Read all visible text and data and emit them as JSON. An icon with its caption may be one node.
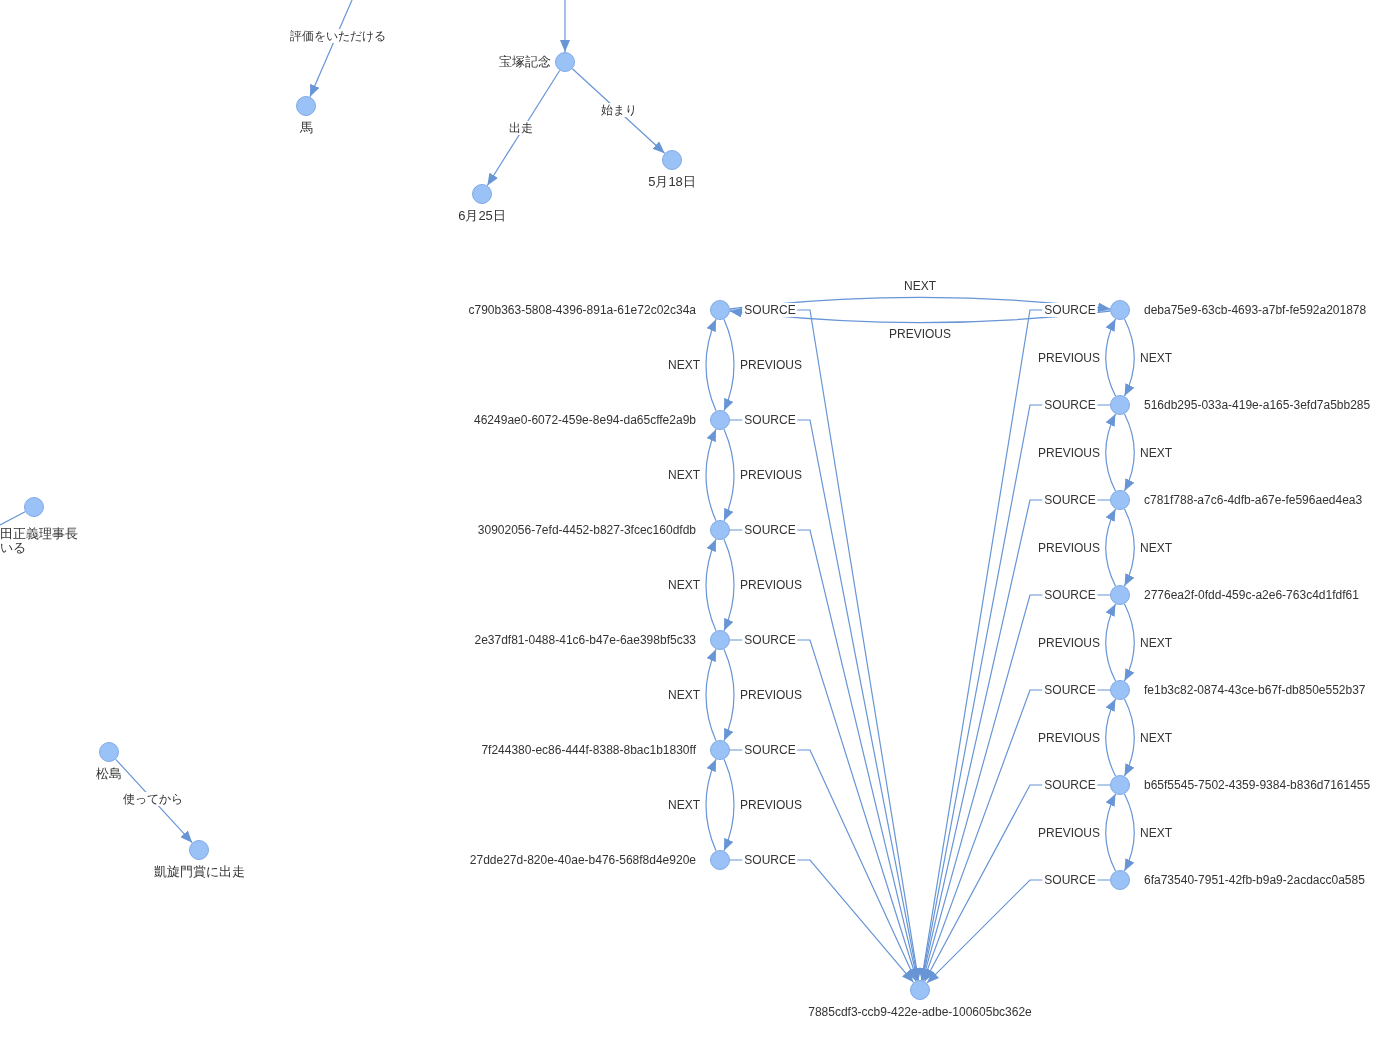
{
  "diagram": {
    "nodes": [
      {
        "text": [],
        "shape": "circle",
        "beside": [
          "馬"
        ]
      },
      {
        "text": [],
        "shape": "circle",
        "beside": [
          "宝塚記念"
        ]
      },
      {
        "text": [],
        "shape": "circle",
        "beside": [
          "5月18日"
        ]
      },
      {
        "text": [],
        "shape": "circle",
        "beside": [
          "6月25日"
        ]
      },
      {
        "text": [],
        "shape": "circle",
        "beside": [
          "田正義理事長いる"
        ]
      },
      {
        "text": [],
        "shape": "circle",
        "beside": [
          "松島"
        ]
      },
      {
        "text": [],
        "shape": "circle",
        "beside": [
          "凱旋門賞に出走"
        ]
      },
      {
        "text": [],
        "shape": "circle",
        "beside": [
          "c790b363-5808-4396-891a-61e72c02c34a"
        ]
      },
      {
        "text": [],
        "shape": "circle",
        "beside": [
          "46249ae0-6072-459e-8e94-da65cffe2a9b"
        ]
      },
      {
        "text": [],
        "shape": "circle",
        "beside": [
          "deba75e9-63cb-4693-a7bf-fe592a201878"
        ]
      },
      {
        "text": [],
        "shape": "circle",
        "beside": [
          "30902056-7efd-4452-b827-3fcec160dfdb"
        ]
      },
      {
        "text": [],
        "shape": "circle",
        "beside": [
          "516db295-033a-419e-a165-3efd7a5bb285"
        ]
      },
      {
        "text": [],
        "shape": "circle",
        "beside": [
          "7885cdf3-ccb9-422e-adbe-100605bc362e"
        ]
      },
      {
        "text": [],
        "shape": "circle",
        "beside": [
          "27dde27d-820e-40ae-b476-568f8d4e920e"
        ]
      },
      {
        "text": [],
        "shape": "circle",
        "beside": [
          "2e37df81-0488-41c6-b47e-6ae398bf5c33"
        ]
      },
      {
        "text": [],
        "shape": "circle",
        "beside": [
          "c781f788-a7c6-4dfb-a67e-fe596aed4ea3"
        ]
      },
      {
        "text": [],
        "shape": "circle",
        "beside": [
          "7f244380-ec86-444f-8388-8bac1b1830ff"
        ]
      },
      {
        "text": [],
        "shape": "circle",
        "beside": [
          "6fa73540-7951-42fb-b9a9-2acdacc0a585"
        ]
      },
      {
        "text": [],
        "shape": "circle",
        "beside": [
          "2776ea2f-0fdd-459c-a2e6-763c4d1fdf61"
        ]
      },
      {
        "text": [],
        "shape": "circle",
        "beside": [
          "b65f5545-7502-4359-9384-b836d7161455"
        ]
      },
      {
        "text": [],
        "shape": "circle",
        "beside": [
          "fe1b3c82-0874-43ce-b67f-db850e552b37"
        ]
      }
    ],
    "edges": [
      {
        "from": null,
        "to": 0,
        "arrow": "to",
        "label": "評価をいただける"
      },
      {
        "from": null,
        "to": 1,
        "arrow": "to"
      },
      {
        "from": 1,
        "to": 3,
        "arrow": "to",
        "label": "出走"
      },
      {
        "from": 1,
        "to": 2,
        "arrow": "to",
        "label": "始まり"
      },
      {
        "from": 4,
        "to": null,
        "arrow": "none"
      },
      {
        "from": 5,
        "to": 6,
        "arrow": "to",
        "label": "使ってから"
      },
      {
        "from": 13,
        "to": 16,
        "arrow": "to",
        "label": "NEXT"
      },
      {
        "from": 16,
        "to": 13,
        "arrow": "to",
        "label": "PREVIOUS"
      },
      {
        "from": 16,
        "to": 14,
        "arrow": "to",
        "label": "NEXT"
      },
      {
        "from": 14,
        "to": 16,
        "arrow": "to",
        "label": "PREVIOUS"
      },
      {
        "from": 14,
        "to": 10,
        "arrow": "to",
        "label": "NEXT"
      },
      {
        "from": 10,
        "to": 14,
        "arrow": "to",
        "label": "PREVIOUS"
      },
      {
        "from": 10,
        "to": 8,
        "arrow": "to",
        "label": "NEXT"
      },
      {
        "from": 8,
        "to": 10,
        "arrow": "to",
        "label": "PREVIOUS"
      },
      {
        "from": 8,
        "to": 7,
        "arrow": "to",
        "label": "NEXT"
      },
      {
        "from": 7,
        "to": 8,
        "arrow": "to",
        "label": "PREVIOUS"
      },
      {
        "from": 7,
        "to": 9,
        "arrow": "to",
        "label": "NEXT"
      },
      {
        "from": 9,
        "to": 7,
        "arrow": "to",
        "label": "PREVIOUS"
      },
      {
        "from": 9,
        "to": 11,
        "arrow": "to",
        "label": "NEXT"
      },
      {
        "from": 11,
        "to": 9,
        "arrow": "to",
        "label": "PREVIOUS"
      },
      {
        "from": 11,
        "to": 15,
        "arrow": "to",
        "label": "NEXT"
      },
      {
        "from": 15,
        "to": 11,
        "arrow": "to",
        "label": "PREVIOUS"
      },
      {
        "from": 15,
        "to": 18,
        "arrow": "to",
        "label": "NEXT"
      },
      {
        "from": 18,
        "to": 15,
        "arrow": "to",
        "label": "PREVIOUS"
      },
      {
        "from": 18,
        "to": 20,
        "arrow": "to",
        "label": "NEXT"
      },
      {
        "from": 20,
        "to": 18,
        "arrow": "to",
        "label": "PREVIOUS"
      },
      {
        "from": 20,
        "to": 19,
        "arrow": "to",
        "label": "NEXT"
      },
      {
        "from": 19,
        "to": 20,
        "arrow": "to",
        "label": "PREVIOUS"
      },
      {
        "from": 19,
        "to": 17,
        "arrow": "to",
        "label": "NEXT"
      },
      {
        "from": 17,
        "to": 19,
        "arrow": "to",
        "label": "PREVIOUS"
      },
      {
        "from": 7,
        "to": 12,
        "arrow": "to",
        "label": "SOURCE"
      },
      {
        "from": 8,
        "to": 12,
        "arrow": "to",
        "label": "SOURCE"
      },
      {
        "from": 9,
        "to": 12,
        "arrow": "to",
        "label": "SOURCE"
      },
      {
        "from": 10,
        "to": 12,
        "arrow": "to",
        "label": "SOURCE"
      },
      {
        "from": 11,
        "to": 12,
        "arrow": "to",
        "label": "SOURCE"
      },
      {
        "from": 13,
        "to": 12,
        "arrow": "to",
        "label": "SOURCE"
      },
      {
        "from": 14,
        "to": 12,
        "arrow": "to",
        "label": "SOURCE"
      },
      {
        "from": 15,
        "to": 12,
        "arrow": "to",
        "label": "SOURCE"
      },
      {
        "from": 16,
        "to": 12,
        "arrow": "to",
        "label": "SOURCE"
      },
      {
        "from": 17,
        "to": 12,
        "arrow": "to",
        "label": "SOURCE"
      },
      {
        "from": 18,
        "to": 12,
        "arrow": "to",
        "label": "SOURCE"
      },
      {
        "from": 19,
        "to": 12,
        "arrow": "to",
        "label": "SOURCE"
      },
      {
        "from": 20,
        "to": 12,
        "arrow": "to",
        "label": "SOURCE"
      }
    ]
  }
}
